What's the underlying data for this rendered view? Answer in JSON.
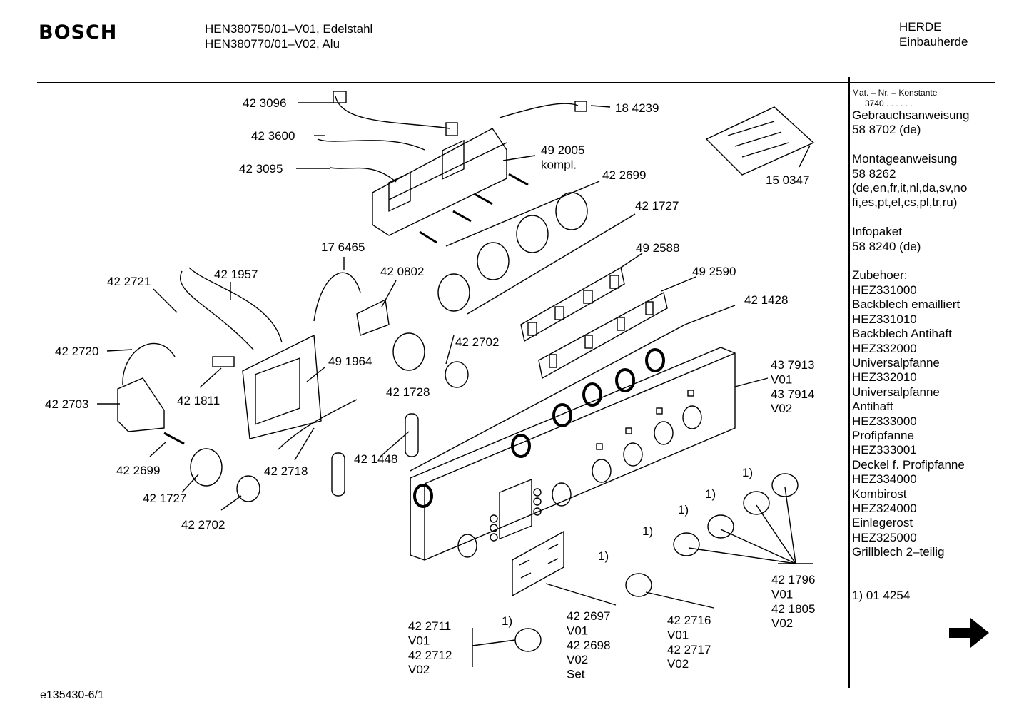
{
  "header": {
    "brand": "BOSCH",
    "models": [
      "HEN380750/01–V01, Edelstahl",
      "HEN380770/01–V02, Alu"
    ],
    "category": [
      "HERDE",
      "Einbauherde"
    ]
  },
  "sidebar": {
    "mat_label": "Mat. – Nr. – Konstante",
    "mat_value": "3740 . . . . . .",
    "lines": [
      "Gebrauchsanweisung",
      "58 8702 (de)",
      "",
      "Montageanweisung",
      "58 8262",
      "(de,en,fr,it,nl,da,sv,no",
      "fi,es,pt,el,cs,pl,tr,ru)",
      "",
      "Infopaket",
      "58 8240 (de)",
      "",
      "Zubehoer:",
      "HEZ331000",
      "Backblech emailliert",
      "HEZ331010",
      "Backblech Antihaft",
      "HEZ332000",
      "Universalpfanne",
      "HEZ332010",
      "Universalpfanne",
      "Antihaft",
      "HEZ333000",
      "Profipfanne",
      "HEZ333001",
      "Deckel f. Profipfanne",
      "HEZ334000",
      "Kombirost",
      "HEZ324000",
      "Einlegerost",
      "HEZ325000",
      "Grillblech 2–teilig",
      "",
      "",
      "1) 01 4254"
    ]
  },
  "footer": {
    "doc_id": "e135430-6/1"
  },
  "part_labels": [
    {
      "id": "p423096",
      "lines": [
        "42 3096"
      ]
    },
    {
      "id": "p184239",
      "lines": [
        "18 4239"
      ]
    },
    {
      "id": "p423600",
      "lines": [
        "42 3600"
      ]
    },
    {
      "id": "p423095",
      "lines": [
        "42 3095"
      ]
    },
    {
      "id": "p492005",
      "lines": [
        "49 2005",
        "kompl."
      ]
    },
    {
      "id": "p422699a",
      "lines": [
        "42 2699"
      ]
    },
    {
      "id": "p150347",
      "lines": [
        "15 0347"
      ]
    },
    {
      "id": "p421727a",
      "lines": [
        "42 1727"
      ]
    },
    {
      "id": "p492588",
      "lines": [
        "49 2588"
      ]
    },
    {
      "id": "p176465",
      "lines": [
        "17 6465"
      ]
    },
    {
      "id": "p492590",
      "lines": [
        "49 2590"
      ]
    },
    {
      "id": "p422721",
      "lines": [
        "42 2721"
      ]
    },
    {
      "id": "p421957",
      "lines": [
        "42 1957"
      ]
    },
    {
      "id": "p420802",
      "lines": [
        "42 0802"
      ]
    },
    {
      "id": "p421428",
      "lines": [
        "42 1428"
      ]
    },
    {
      "id": "p422720",
      "lines": [
        "42 2720"
      ]
    },
    {
      "id": "p422702a",
      "lines": [
        "42 2702"
      ]
    },
    {
      "id": "p491964",
      "lines": [
        "49 1964"
      ]
    },
    {
      "id": "p437913",
      "lines": [
        "43 7913",
        "V01",
        "43 7914",
        "V02"
      ]
    },
    {
      "id": "p421728",
      "lines": [
        "42 1728"
      ]
    },
    {
      "id": "p421811",
      "lines": [
        "42 1811"
      ]
    },
    {
      "id": "p422703",
      "lines": [
        "42 2703"
      ]
    },
    {
      "id": "p421448",
      "lines": [
        "42 1448"
      ]
    },
    {
      "id": "p422699b",
      "lines": [
        "42 2699"
      ]
    },
    {
      "id": "p422718",
      "lines": [
        "42 2718"
      ]
    },
    {
      "id": "p421727b",
      "lines": [
        "42 1727"
      ]
    },
    {
      "id": "p422702b",
      "lines": [
        "42 2702"
      ]
    },
    {
      "id": "p421796",
      "lines": [
        "42 1796",
        "V01",
        "42 1805",
        "V02"
      ]
    },
    {
      "id": "p422711",
      "lines": [
        "42 2711",
        "V01",
        "42 2712",
        "V02"
      ]
    },
    {
      "id": "p422697",
      "lines": [
        "42 2697",
        "V01",
        "42 2698",
        "V02",
        "Set"
      ]
    },
    {
      "id": "p422716",
      "lines": [
        "42 2716",
        "V01",
        "42 2717",
        "V02"
      ]
    }
  ],
  "footnote_marks": [
    "1)",
    "1)",
    "1)",
    "1)",
    "1)",
    "1)"
  ],
  "icons": {
    "next_page": "arrow-right-icon"
  }
}
